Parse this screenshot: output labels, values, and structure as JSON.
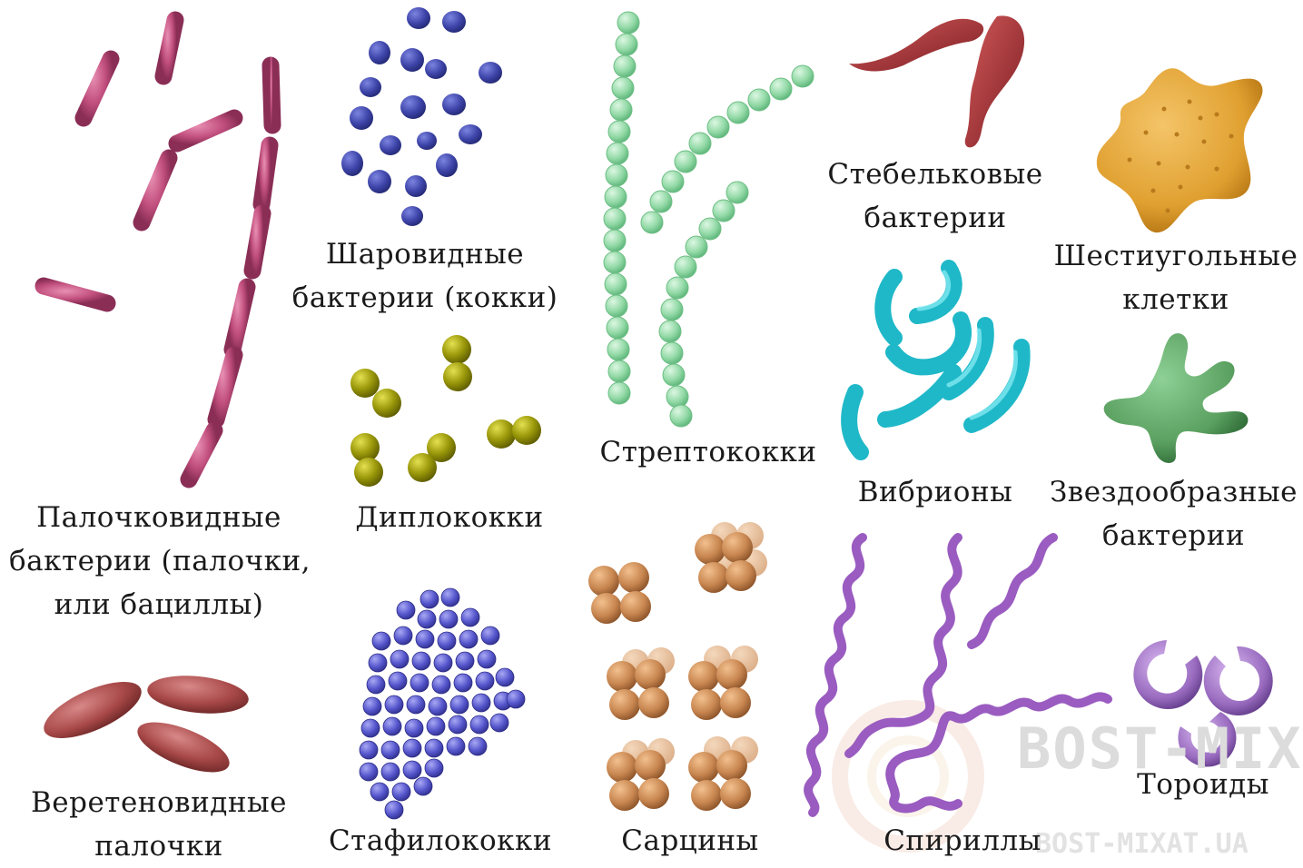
{
  "labels": {
    "rods": [
      "Палочковидные",
      "бактерии (палочки,",
      "или бациллы)"
    ],
    "cocci": [
      "Шаровидные",
      "бактерии (кокки)"
    ],
    "diplococci": [
      "Диплококки"
    ],
    "streptococci": [
      "Стрептококки"
    ],
    "stalked": [
      "Стебельковые",
      "бактерии"
    ],
    "hexagonal": [
      "Шестиугольные",
      "клетки"
    ],
    "vibrios": [
      "Вибрионы"
    ],
    "star": [
      "Звездообразные",
      "бактерии"
    ],
    "fusiform": [
      "Веретеновидные",
      "палочки"
    ],
    "staphylococci": [
      "Стафилококки"
    ],
    "sarcina": [
      "Сарцины"
    ],
    "spirilla": [
      "Спириллы"
    ],
    "toroids": [
      "Тороиды"
    ]
  },
  "watermark": {
    "main": "BOST-MIX",
    "url": "BOST-MIXAT.UA"
  },
  "colors": {
    "rods": "#c2507e",
    "cocci": "#3d44a8",
    "diplococci": "#9a980a",
    "streptococci": "#92d9a6",
    "stalked": "#a8323a",
    "hexagonal": "#e0a030",
    "vibrios": "#1fb8c8",
    "star": "#5aa060",
    "fusiform": "#a84848",
    "staphylococci": "#5555cc",
    "sarcina": "#c88650",
    "spirilla": "#9a5cc0",
    "toroids": "#9a6cc0"
  }
}
